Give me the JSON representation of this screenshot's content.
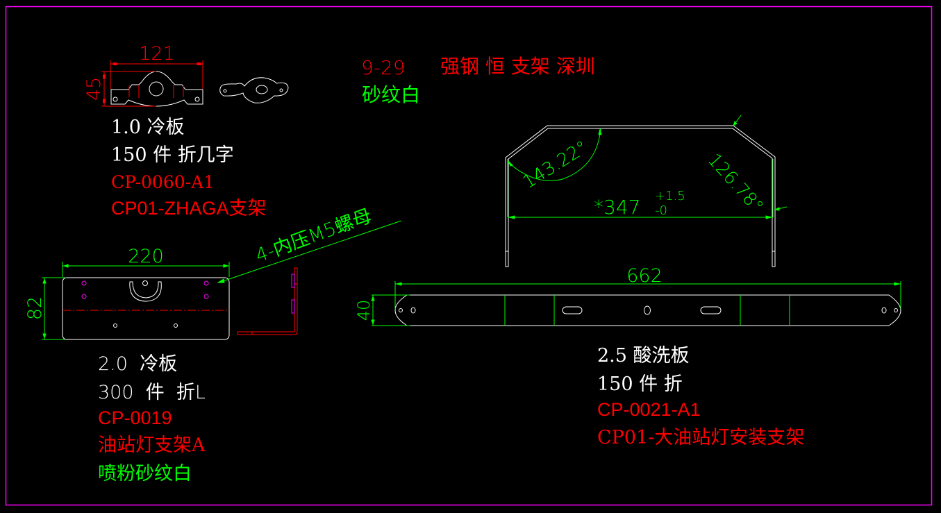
{
  "colors": {
    "background": "#000000",
    "border": "#ff00ff",
    "outline": "#ffffff",
    "dimension": "#00ff00",
    "red": "#ff0000",
    "magenta": "#ff00ff",
    "green_text": "#00ff00",
    "white_text": "#ffffff"
  },
  "header": {
    "title_date": "9-29",
    "title_text": "强钢 恒 支架 深圳",
    "finish": "砂纹白"
  },
  "part1": {
    "dim_width": "121",
    "dim_height": "45",
    "material": "1.0 冷板",
    "quantity": "150 件 折几字",
    "part_no": "CP-0060-A1",
    "part_name": "CP01-ZHAGA支架"
  },
  "part2": {
    "dim_width": "220",
    "dim_height": "82",
    "annotation": "4-内压M5螺母",
    "material": "2.0  冷板",
    "quantity": "300  件  折L",
    "part_no": "CP-0019",
    "part_name": "油站灯支架A",
    "finish": "喷粉砂纹白"
  },
  "part3": {
    "dim_length": "662",
    "dim_height": "40",
    "dim_inner": "*347",
    "tol_upper": "+1.5",
    "tol_lower": "-0",
    "angle_left": "143.22°",
    "angle_right": "126.78°",
    "material": "2.5 酸洗板",
    "quantity": "150 件 折",
    "part_no": "CP-0021-A1",
    "part_name": "CP01-大油站灯安装支架"
  }
}
